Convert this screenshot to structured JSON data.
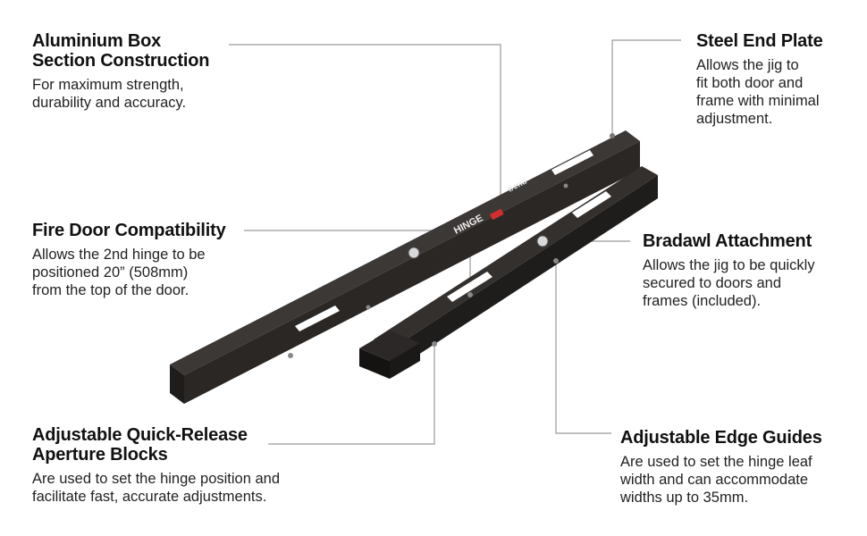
{
  "callouts": {
    "aluminium": {
      "title_line1": "Aluminium Box",
      "title_line2": "Section Construction",
      "body_line1": "For maximum strength,",
      "body_line2": "durability and accuracy."
    },
    "fire_door": {
      "title": "Fire Door Compatibility",
      "body_line1": "Allows the 2nd hinge to be",
      "body_line2": "positioned 20” (508mm)",
      "body_line3": "from the top of the door."
    },
    "quick_release": {
      "title_line1": "Adjustable Quick-Release",
      "title_line2": "Aperture Blocks",
      "body_line1": "Are used to set the hinge position and",
      "body_line2": "facilitate fast, accurate adjustments."
    },
    "steel_end": {
      "title": "Steel End Plate",
      "body_line1": "Allows the jig to",
      "body_line2": "fit both door and",
      "body_line3": "frame with minimal",
      "body_line4": "adjustment."
    },
    "bradawl": {
      "title": "Bradawl Attachment",
      "body_line1": "Allows the jig to be quickly",
      "body_line2": "secured to doors and",
      "body_line3": "frames (included)."
    },
    "edge_guides": {
      "title": "Adjustable Edge Guides",
      "body_line1": "Are used to set the hinge leaf",
      "body_line2": "width and can accommodate",
      "body_line3": "widths up to 35mm."
    }
  },
  "product": {
    "logo_text": "HINGE",
    "brand_text": "trend"
  },
  "colors": {
    "bar_top": "#3c3836",
    "bar_side": "#1f1d1c",
    "leader": "#9a9a9a",
    "text": "#111111",
    "hinge_accent": "#d22e2e"
  }
}
